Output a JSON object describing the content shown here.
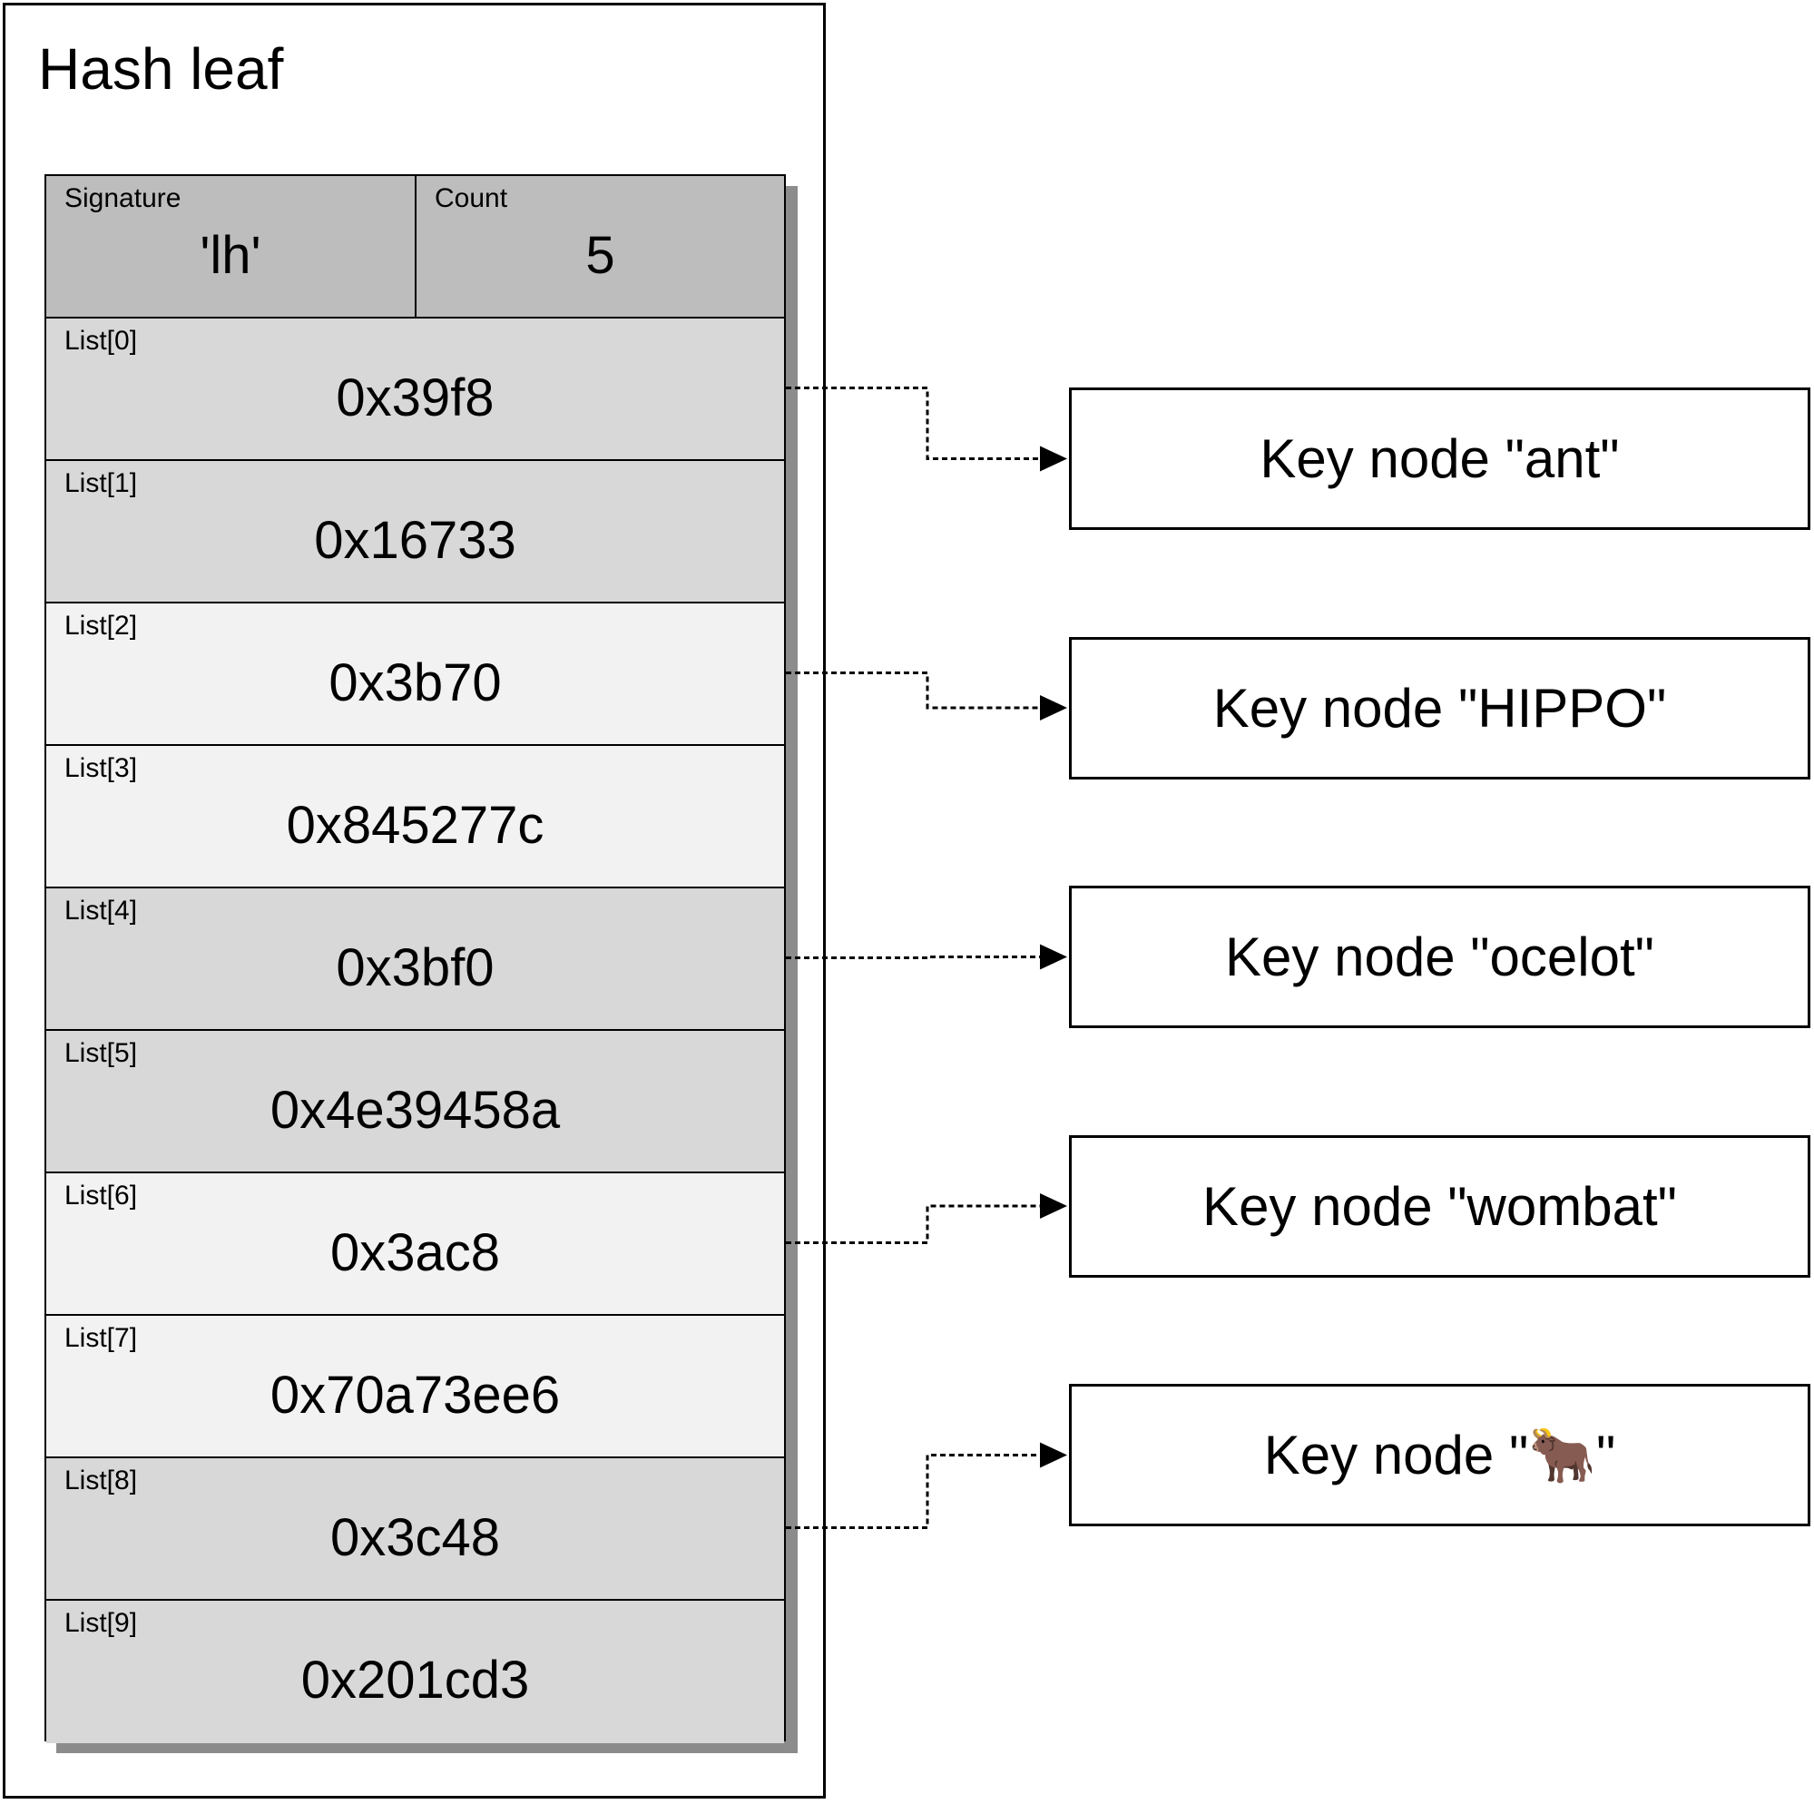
{
  "hash_leaf": {
    "title": "Hash leaf",
    "signature": {
      "label": "Signature",
      "value": "'lh'"
    },
    "count": {
      "label": "Count",
      "value": "5"
    },
    "list": [
      {
        "label": "List[0]",
        "value": "0x39f8",
        "shade": "dark"
      },
      {
        "label": "List[1]",
        "value": "0x16733",
        "shade": "dark"
      },
      {
        "label": "List[2]",
        "value": "0x3b70",
        "shade": "light"
      },
      {
        "label": "List[3]",
        "value": "0x845277c",
        "shade": "light"
      },
      {
        "label": "List[4]",
        "value": "0x3bf0",
        "shade": "dark"
      },
      {
        "label": "List[5]",
        "value": "0x4e39458a",
        "shade": "dark"
      },
      {
        "label": "List[6]",
        "value": "0x3ac8",
        "shade": "light"
      },
      {
        "label": "List[7]",
        "value": "0x70a73ee6",
        "shade": "light"
      },
      {
        "label": "List[8]",
        "value": "0x3c48",
        "shade": "dark"
      },
      {
        "label": "List[9]",
        "value": "0x201cd3",
        "shade": "dark"
      }
    ]
  },
  "key_nodes": [
    {
      "label": "Key node \"ant\"",
      "from_list": 0
    },
    {
      "label": "Key node \"HIPPO\"",
      "from_list": 2
    },
    {
      "label": "Key node \"ocelot\"",
      "from_list": 4
    },
    {
      "label": "Key node \"wombat\"",
      "from_list": 6
    },
    {
      "label": "Key node \"🐂\"",
      "from_list": 8
    }
  ],
  "colors": {
    "header_fill": "#bdbdbd",
    "dark_row_fill": "#d8d8d8",
    "light_row_fill": "#f2f2f2",
    "shadow": "#8c8c8c",
    "line": "#000000"
  }
}
